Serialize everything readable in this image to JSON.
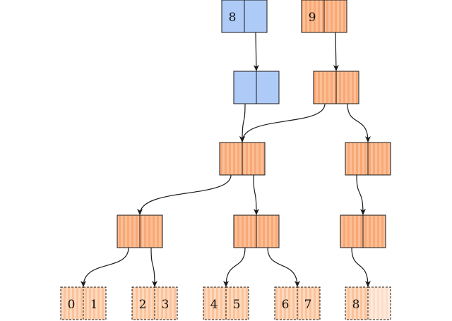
{
  "colors": {
    "blue_fill": "#aecbf7",
    "orange_fill": "#fbbf95",
    "orange_stripe": "#f9a877",
    "leaf_fill": "#fdd9bd",
    "leaf_stripe": "#fbc39c",
    "stroke": "#1a1a1a"
  },
  "nodes": [
    {
      "id": "root-v8",
      "kind": "blue",
      "cells": [
        "8",
        ""
      ]
    },
    {
      "id": "root-v9",
      "kind": "orange",
      "cells": [
        "9",
        ""
      ]
    },
    {
      "id": "inner-v8",
      "kind": "blue",
      "cells": [
        "",
        ""
      ]
    },
    {
      "id": "inner-v9",
      "kind": "orange",
      "cells": [
        "",
        ""
      ]
    },
    {
      "id": "inner-a",
      "kind": "orange",
      "cells": [
        "",
        ""
      ]
    },
    {
      "id": "inner-b",
      "kind": "orange",
      "cells": [
        "",
        ""
      ]
    },
    {
      "id": "inner-c",
      "kind": "orange",
      "cells": [
        "",
        ""
      ]
    },
    {
      "id": "inner-d",
      "kind": "orange",
      "cells": [
        "",
        ""
      ]
    },
    {
      "id": "inner-e",
      "kind": "orange",
      "cells": [
        "",
        ""
      ]
    },
    {
      "id": "leaf-0-1",
      "kind": "leaf",
      "cells": [
        "0",
        "1"
      ]
    },
    {
      "id": "leaf-2-3",
      "kind": "leaf",
      "cells": [
        "2",
        "3"
      ]
    },
    {
      "id": "leaf-4-5",
      "kind": "leaf",
      "cells": [
        "4",
        "5"
      ]
    },
    {
      "id": "leaf-6-7",
      "kind": "leaf",
      "cells": [
        "6",
        "7"
      ]
    },
    {
      "id": "leaf-8",
      "kind": "leaf",
      "cells": [
        "8",
        ""
      ]
    }
  ],
  "edges": [
    {
      "from": "root-v8",
      "to": "inner-v8",
      "from_cell": 1,
      "to_cell": 1
    },
    {
      "from": "root-v9",
      "to": "inner-v9",
      "from_cell": 1,
      "to_cell": 1
    },
    {
      "from": "inner-v8",
      "to": "inner-a",
      "from_cell": 0,
      "to_cell": 1
    },
    {
      "from": "inner-v9",
      "to": "inner-a",
      "from_cell": 0,
      "to_cell": 1
    },
    {
      "from": "inner-v9",
      "to": "inner-b",
      "from_cell": 1,
      "to_cell": 1
    },
    {
      "from": "inner-a",
      "to": "inner-c",
      "from_cell": 0,
      "to_cell": 1
    },
    {
      "from": "inner-a",
      "to": "inner-d",
      "from_cell": 1,
      "to_cell": 1
    },
    {
      "from": "inner-b",
      "to": "inner-e",
      "from_cell": 0,
      "to_cell": 1
    },
    {
      "from": "inner-c",
      "to": "leaf-0-1",
      "from_cell": 0,
      "to_cell": 1
    },
    {
      "from": "inner-c",
      "to": "leaf-2-3",
      "from_cell": 1,
      "to_cell": 1
    },
    {
      "from": "inner-d",
      "to": "leaf-4-5",
      "from_cell": 0,
      "to_cell": 1
    },
    {
      "from": "inner-d",
      "to": "leaf-6-7",
      "from_cell": 1,
      "to_cell": 1
    },
    {
      "from": "inner-e",
      "to": "leaf-8",
      "from_cell": 0,
      "to_cell": 1
    }
  ]
}
